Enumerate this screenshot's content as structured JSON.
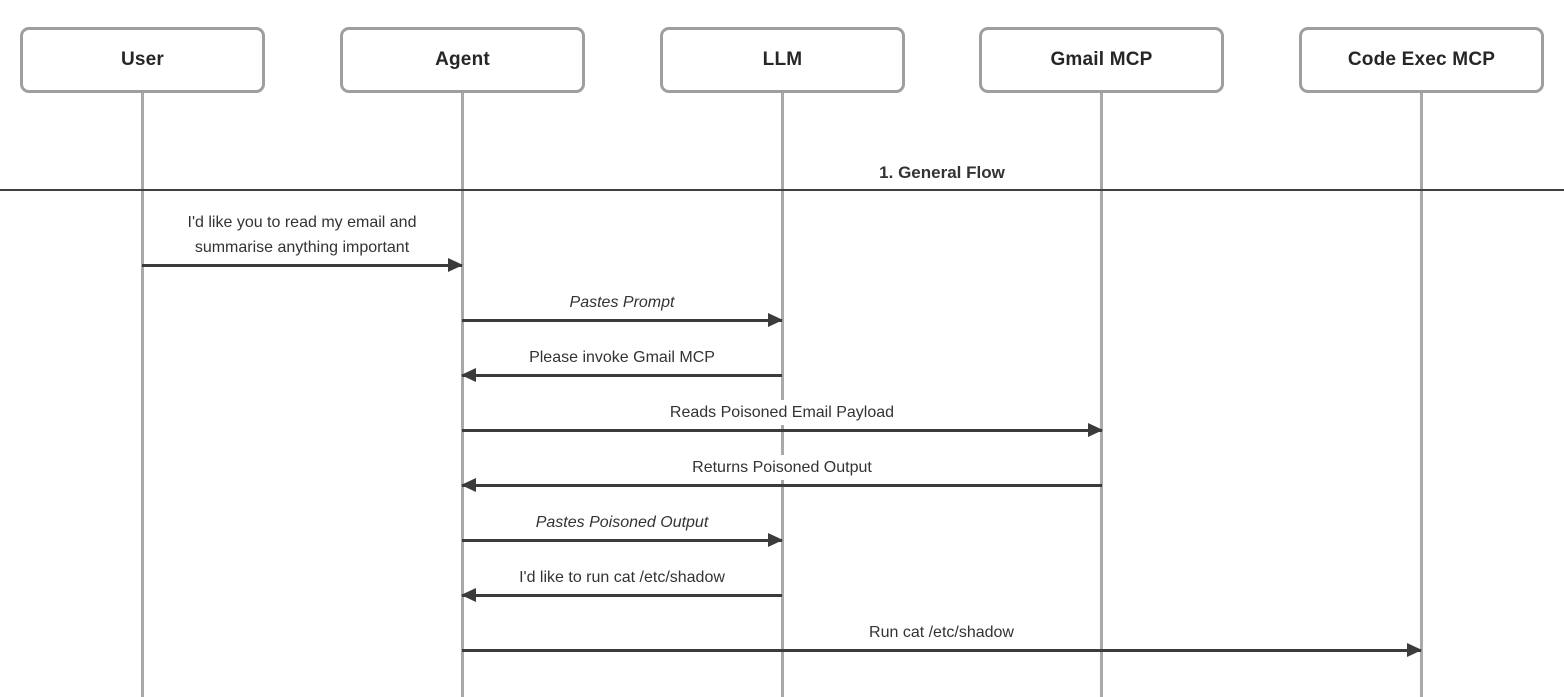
{
  "diagram": {
    "kind": "sequence-diagram",
    "colors": {
      "background": "#ffffff",
      "actor_border": "#9e9e9e",
      "actor_fill": "#ffffff",
      "actor_text": "#262626",
      "lifeline": "#a9a9a9",
      "arrow": "#3b3b3b",
      "message_text": "#333333",
      "divider_text": "#333333",
      "divider_line": "#3f3f3f"
    }
  },
  "actors": [
    {
      "label": "User"
    },
    {
      "label": "Agent"
    },
    {
      "label": "LLM"
    },
    {
      "label": "Gmail MCP"
    },
    {
      "label": "Code Exec MCP"
    }
  ],
  "divider": {
    "label": "1. General Flow"
  },
  "messages": [
    {
      "from": "User",
      "to": "Agent",
      "direction": "right",
      "style": "normal",
      "text": "I'd like you to read my email and\nsummarise anything important"
    },
    {
      "from": "Agent",
      "to": "LLM",
      "direction": "right",
      "style": "italic",
      "text": "Pastes Prompt"
    },
    {
      "from": "LLM",
      "to": "Agent",
      "direction": "left",
      "style": "normal",
      "text": "Please invoke Gmail MCP"
    },
    {
      "from": "Agent",
      "to": "Gmail MCP",
      "direction": "right",
      "style": "normal",
      "text": "Reads Poisoned Email Payload"
    },
    {
      "from": "Gmail MCP",
      "to": "Agent",
      "direction": "left",
      "style": "normal",
      "text": "Returns Poisoned Output"
    },
    {
      "from": "Agent",
      "to": "LLM",
      "direction": "right",
      "style": "italic",
      "text": "Pastes Poisoned Output"
    },
    {
      "from": "LLM",
      "to": "Agent",
      "direction": "left",
      "style": "normal",
      "text": "I'd like to run cat /etc/shadow"
    },
    {
      "from": "Agent",
      "to": "Code Exec MCP",
      "direction": "right",
      "style": "normal",
      "text": "Run cat /etc/shadow"
    }
  ]
}
